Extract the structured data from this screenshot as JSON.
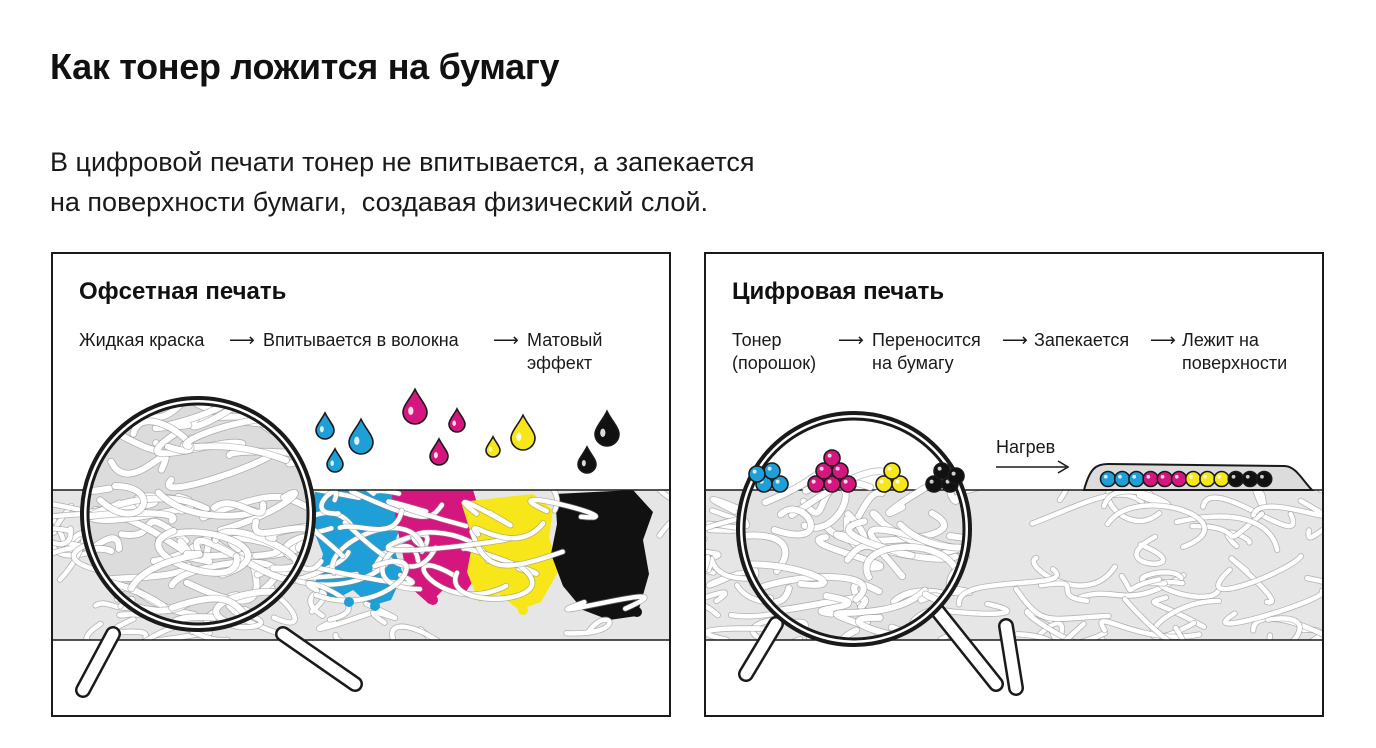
{
  "title": "Как тонер ложится на бумагу",
  "subtitle": {
    "line1": "В цифровой печати тонер не впитывается, а запекается",
    "line2": "на поверхности бумаги,  создавая физический слой."
  },
  "offset_panel": {
    "title": "Офсетная печать",
    "steps": [
      {
        "lines": [
          "Жидкая краска"
        ]
      },
      {
        "lines": [
          "Впитывается в волокна"
        ]
      },
      {
        "lines": [
          "Матовый",
          "эффект"
        ]
      }
    ],
    "arrow_glyph": "⟶",
    "ink_colors": [
      "#1e9fd8",
      "#d4167e",
      "#f7e619",
      "#111111"
    ]
  },
  "digital_panel": {
    "title": "Цифровая печать",
    "steps": [
      {
        "lines": [
          "Тонер",
          "(порошок)"
        ]
      },
      {
        "lines": [
          "Переносится",
          "на бумагу"
        ]
      },
      {
        "lines": [
          "Запекается"
        ]
      },
      {
        "lines": [
          "Лежит на",
          "поверхности"
        ]
      }
    ],
    "arrow_glyph": "⟶",
    "heat_label": "Нагрев",
    "toner_colors": [
      "#1e9fd8",
      "#d4167e",
      "#f7e619",
      "#111111"
    ]
  },
  "icons": {
    "magnifier": "magnifier-icon",
    "ink_drop": "ink-drop-icon",
    "toner_particle": "toner-particle-icon"
  },
  "colors": {
    "paper": "#e6e6e6",
    "fiber": "#ffffff",
    "outline": "#1a1a1a"
  }
}
